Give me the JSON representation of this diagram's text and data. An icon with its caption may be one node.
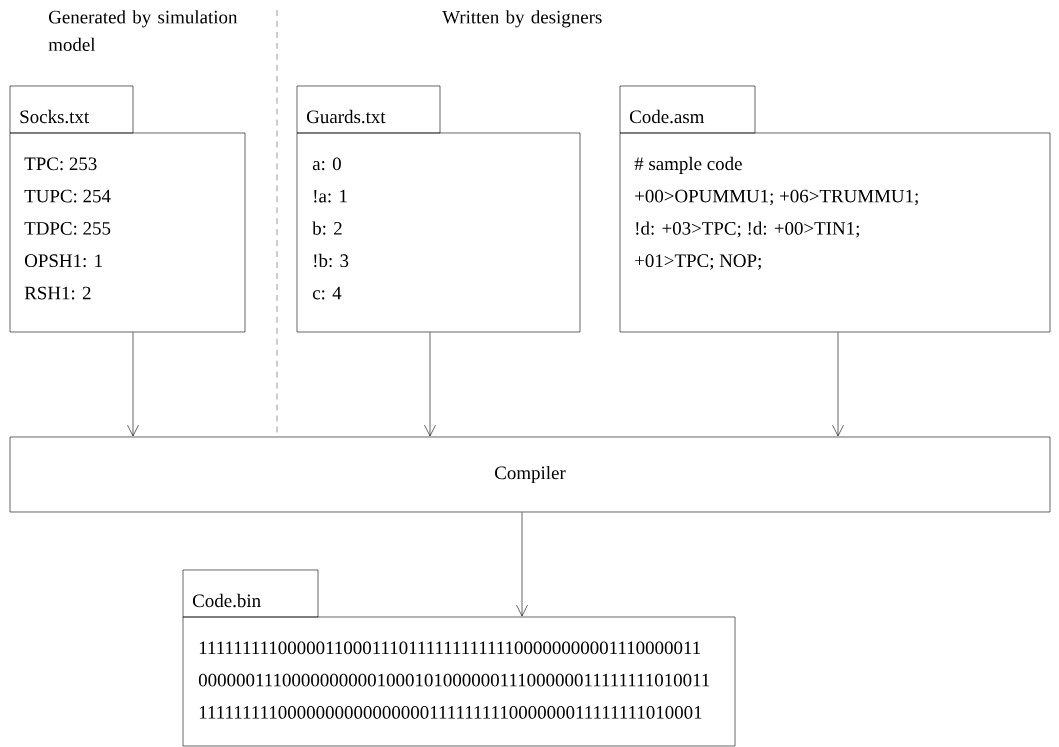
{
  "diagram": {
    "nodes": [
      {
        "text": [
          "Socks.txt",
          "TPC: 253",
          "TUPC: 254",
          "TDPC: 255",
          "OPSH1: 1",
          "RSH1: 2"
        ]
      },
      {
        "text": [
          "Guards.txt",
          "a: 0",
          "!a: 1",
          "b: 2",
          "!b: 3",
          "c: 4"
        ]
      },
      {
        "text": [
          "Code.asm",
          "# sample code",
          "+00>OPUMMU1; +06>TRUMMU1;",
          "!d: +03>TPC; !d: +00>TIN1;",
          "+01>TPC; NOP;"
        ]
      },
      {
        "text": [
          "Compiler"
        ]
      },
      {
        "text": [
          "Code.bin",
          "1111111110000011000111011111111111100000000001110000011",
          "0000001110000000000100010100000011100000011111111010011",
          "1111111110000000000000000111111111000000011111111010001"
        ]
      }
    ],
    "edges": [
      {
        "from": 0,
        "to": 3,
        "arrow": "to"
      },
      {
        "from": 1,
        "to": 3,
        "arrow": "to"
      },
      {
        "from": 2,
        "to": 3,
        "arrow": "to"
      },
      {
        "from": 3,
        "to": 4,
        "arrow": "to"
      }
    ],
    "labels": [
      "Generated by simulation model",
      "Written by designers"
    ]
  }
}
